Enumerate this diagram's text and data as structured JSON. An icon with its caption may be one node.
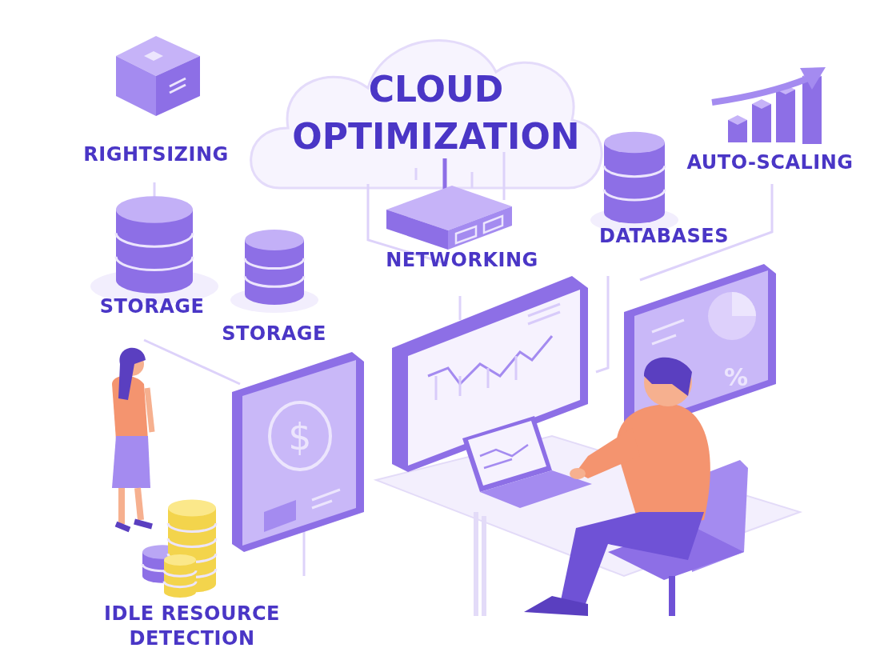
{
  "diagram": {
    "title": "CLOUD OPTIMIZATION",
    "labels": [
      "RIGHTSIZING",
      "AUTO-SCALING",
      "DATABASES",
      "NETWORKING",
      "STORAGE",
      "STORAGE",
      "%",
      "$",
      "IDLE RESOURCE DETECTION"
    ]
  }
}
